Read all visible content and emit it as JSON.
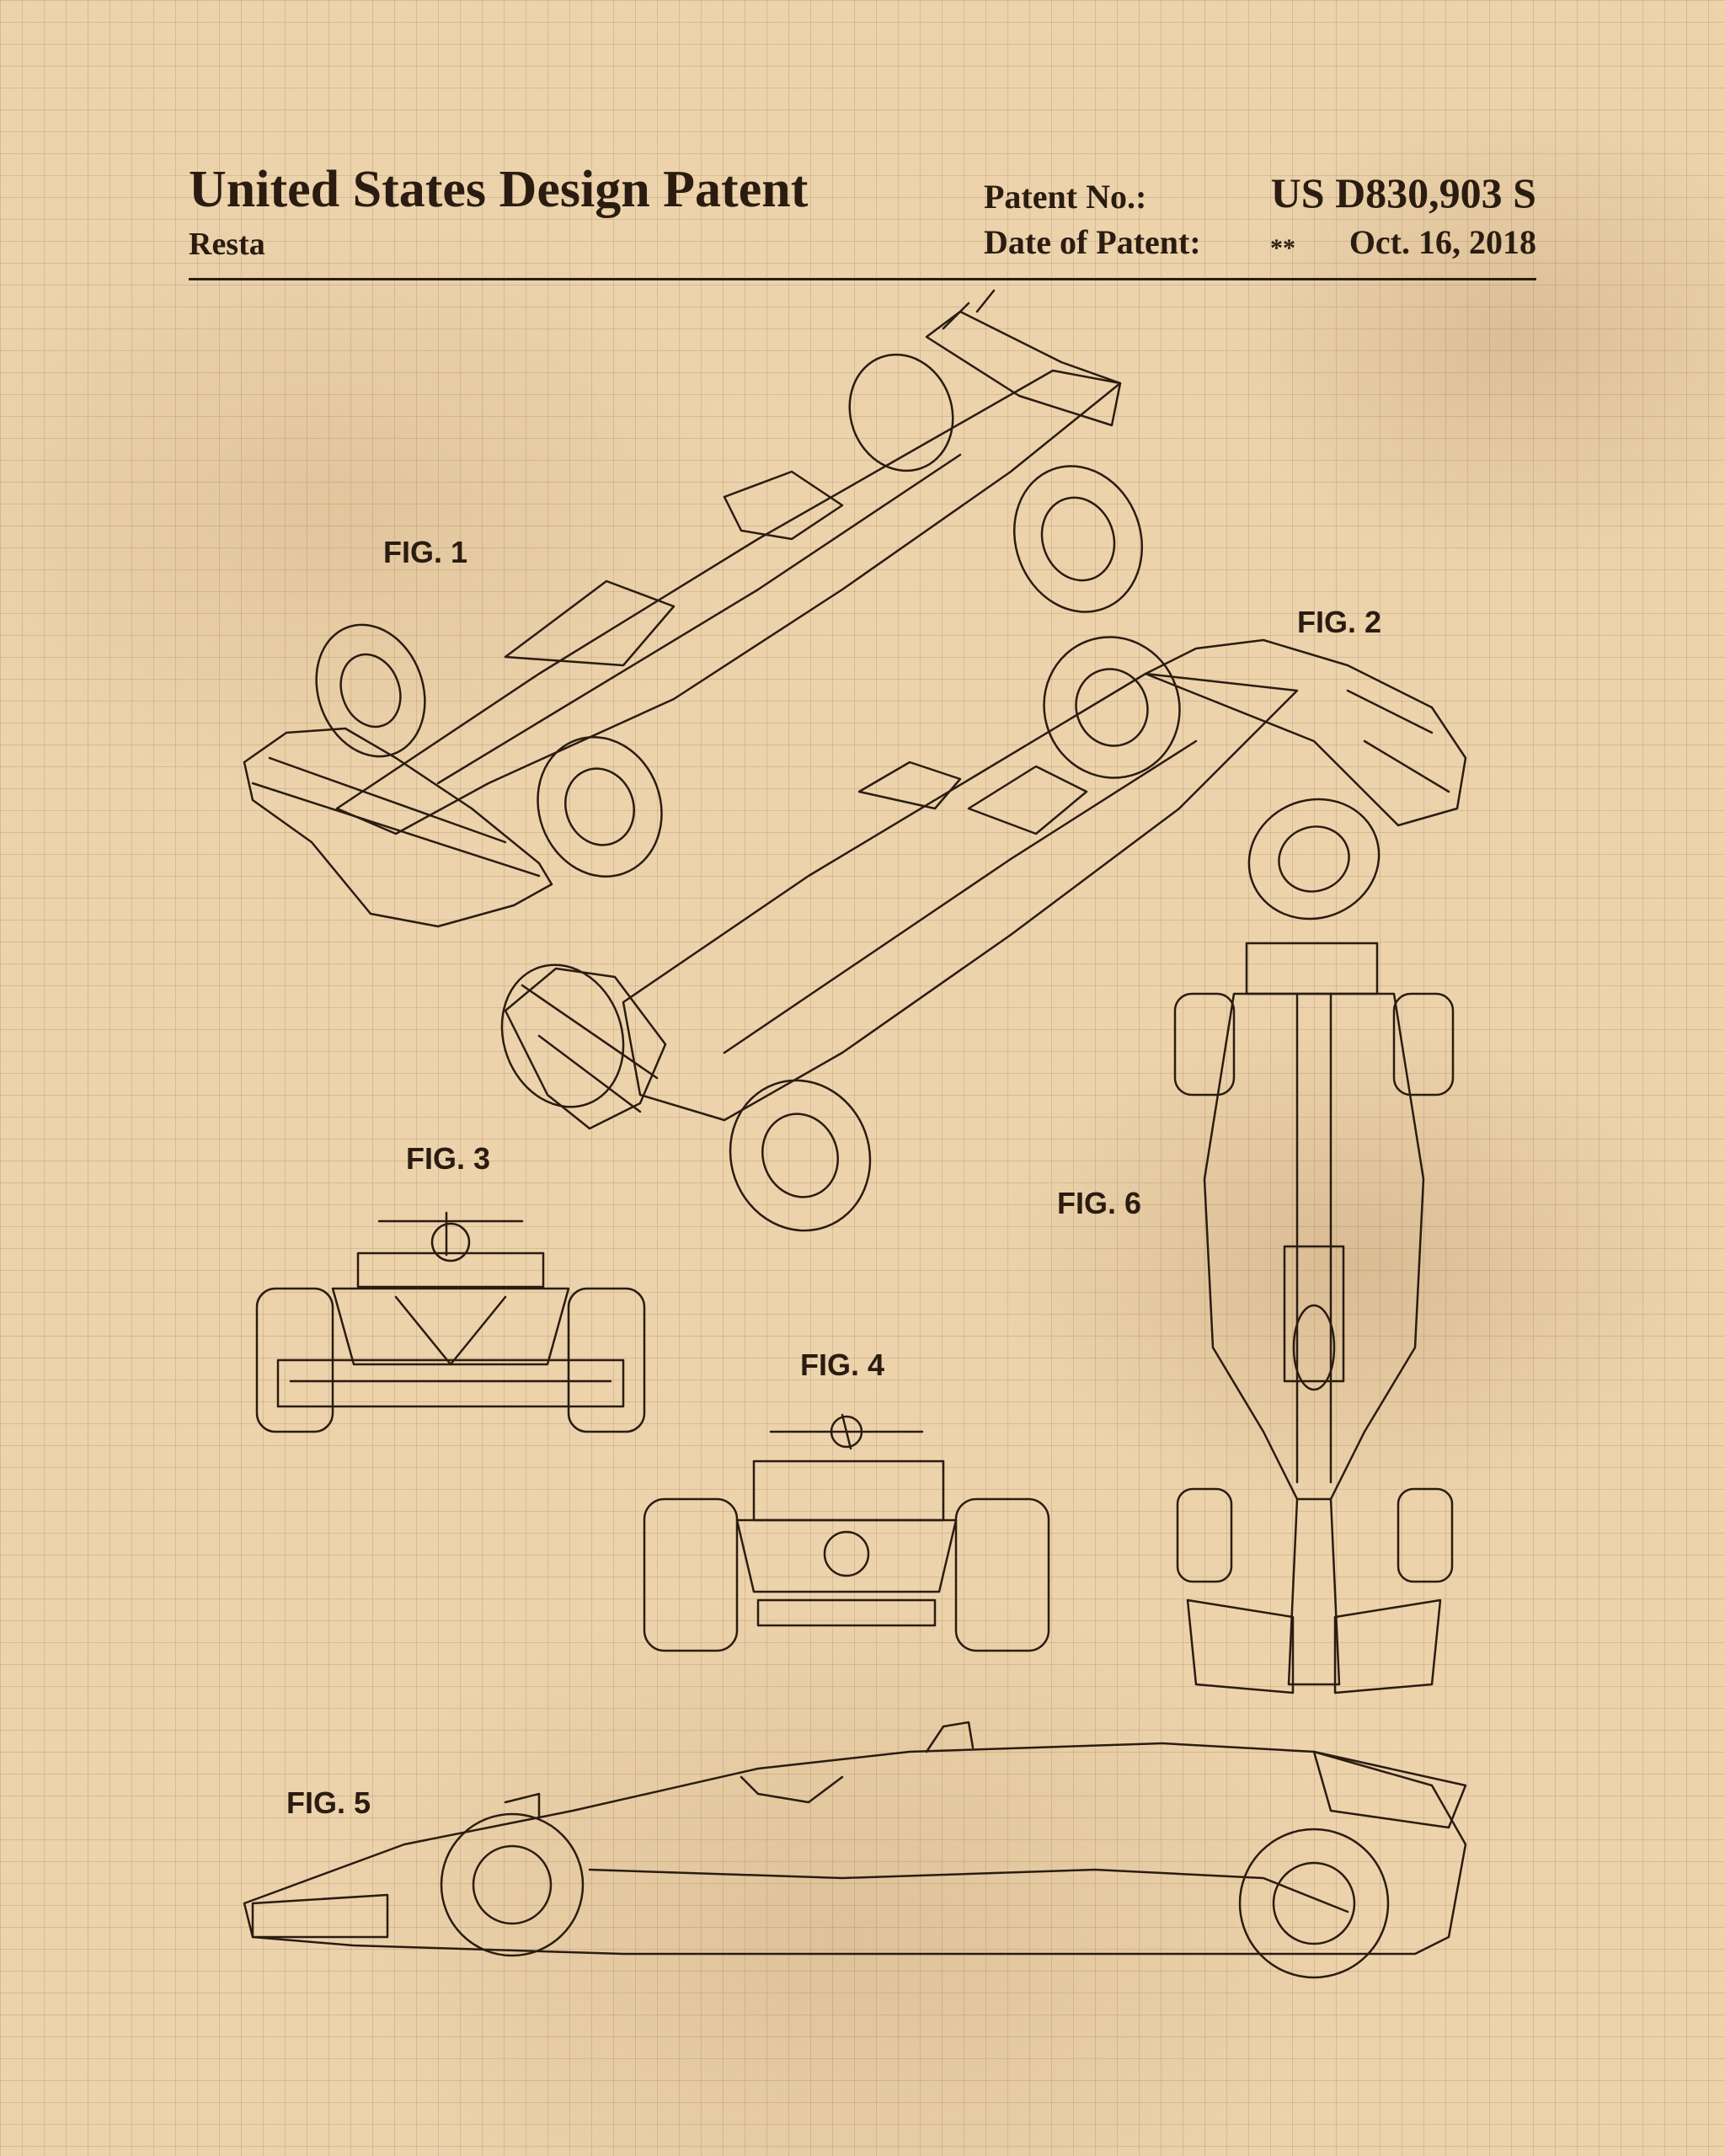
{
  "header": {
    "title": "United States Design Patent",
    "inventor": "Resta",
    "patent_no_label": "Patent No.:",
    "patent_no": "US D830,903 S",
    "date_label": "Date of Patent:",
    "date_marker": "**",
    "date": "Oct. 16, 2018"
  },
  "figures": {
    "fig1": "FIG. 1",
    "fig2": "FIG. 2",
    "fig3": "FIG. 3",
    "fig4": "FIG. 4",
    "fig5": "FIG. 5",
    "fig6": "FIG. 6"
  },
  "colors": {
    "paper": "#ecd3ac",
    "ink": "#2a1c10",
    "grid": "#a07850"
  }
}
